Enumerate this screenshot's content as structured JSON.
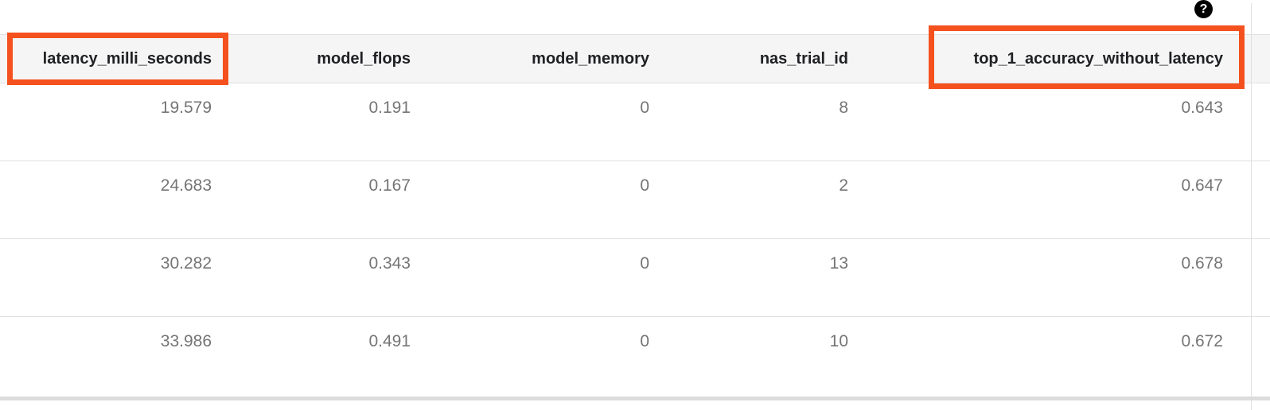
{
  "colors": {
    "accent_highlight": "#f4511e",
    "header_bg": "#f5f5f5",
    "border": "#e0e0e0",
    "band": "#dcdcdc",
    "header_text": "#202124",
    "cell_text": "#757575",
    "help_icon_bg": "#000000"
  },
  "help": {
    "glyph": "?"
  },
  "table": {
    "columns": [
      "latency_milli_seconds",
      "model_flops",
      "model_memory",
      "nas_trial_id",
      "top_1_accuracy_without_latency"
    ],
    "rows": [
      [
        "19.579",
        "0.191",
        "0",
        "8",
        "0.643"
      ],
      [
        "24.683",
        "0.167",
        "0",
        "2",
        "0.647"
      ],
      [
        "30.282",
        "0.343",
        "0",
        "13",
        "0.678"
      ],
      [
        "33.986",
        "0.491",
        "0",
        "10",
        "0.672"
      ]
    ]
  },
  "highlights": {
    "boxes": [
      "latency_milli_seconds",
      "top_1_accuracy_without_latency"
    ]
  }
}
